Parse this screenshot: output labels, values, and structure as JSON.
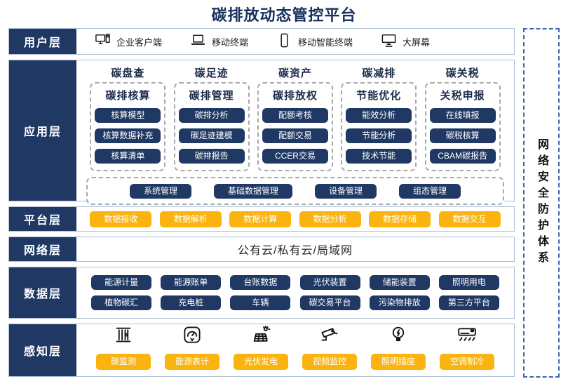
{
  "title": "碳排放动态管控平台",
  "security": {
    "label": "网络安全防护体系"
  },
  "layers": {
    "user": {
      "label": "用户层",
      "items": [
        {
          "icon": "desktop-pc-icon",
          "label": "企业客户端"
        },
        {
          "icon": "laptop-icon",
          "label": "移动终端"
        },
        {
          "icon": "smartphone-icon",
          "label": "移动智能终端"
        },
        {
          "icon": "big-screen-icon",
          "label": "大屏幕"
        }
      ]
    },
    "application": {
      "label": "应用层",
      "columns": [
        {
          "header": "碳盘查",
          "title": "碳排核算",
          "buttons": [
            "核算模型",
            "核算数据补充",
            "核算清单"
          ]
        },
        {
          "header": "碳足迹",
          "title": "碳排管理",
          "buttons": [
            "碳排分析",
            "碳足迹建模",
            "碳排报告"
          ]
        },
        {
          "header": "碳资产",
          "title": "碳排放权",
          "buttons": [
            "配额考核",
            "配额交易",
            "CCER交易"
          ]
        },
        {
          "header": "碳减排",
          "title": "节能优化",
          "buttons": [
            "能效分析",
            "节能分析",
            "技术节能"
          ]
        },
        {
          "header": "碳关税",
          "title": "关税申报",
          "buttons": [
            "在线填报",
            "碳税核算",
            "CBAM碳报告"
          ]
        }
      ],
      "common_buttons": [
        "系统管理",
        "基础数据管理",
        "设备管理",
        "组态管理"
      ]
    },
    "platform": {
      "label": "平台层",
      "buttons": [
        "数据接收",
        "数据解析",
        "数据计算",
        "数据分析",
        "数据存储",
        "数据交互"
      ]
    },
    "network": {
      "label": "网络层",
      "text": "公有云/私有云/局域网"
    },
    "data": {
      "label": "数据层",
      "row1": [
        "能源计量",
        "能源账单",
        "台账数据",
        "光伏装置",
        "储能装置",
        "照明用电"
      ],
      "row2": [
        "植物碳汇",
        "充电桩",
        "车辆",
        "碳交易平台",
        "污染物排放",
        "第三方平台"
      ]
    },
    "perception": {
      "label": "感知层",
      "items": [
        {
          "icon": "carbon-monitor-icon",
          "label": "碳监测"
        },
        {
          "icon": "energy-meter-icon",
          "label": "能源表计"
        },
        {
          "icon": "solar-panel-icon",
          "label": "光伏发电"
        },
        {
          "icon": "cctv-camera-icon",
          "label": "视频监控"
        },
        {
          "icon": "light-bulb-icon",
          "label": "照明插座"
        },
        {
          "icon": "air-conditioner-icon",
          "label": "空调制冷"
        }
      ]
    }
  },
  "colors": {
    "navy": "#1F3864",
    "gold": "#FBB40F",
    "title_text": "#17325E",
    "row_border": "#AEC0D2",
    "security_border": "#3E66AE"
  }
}
